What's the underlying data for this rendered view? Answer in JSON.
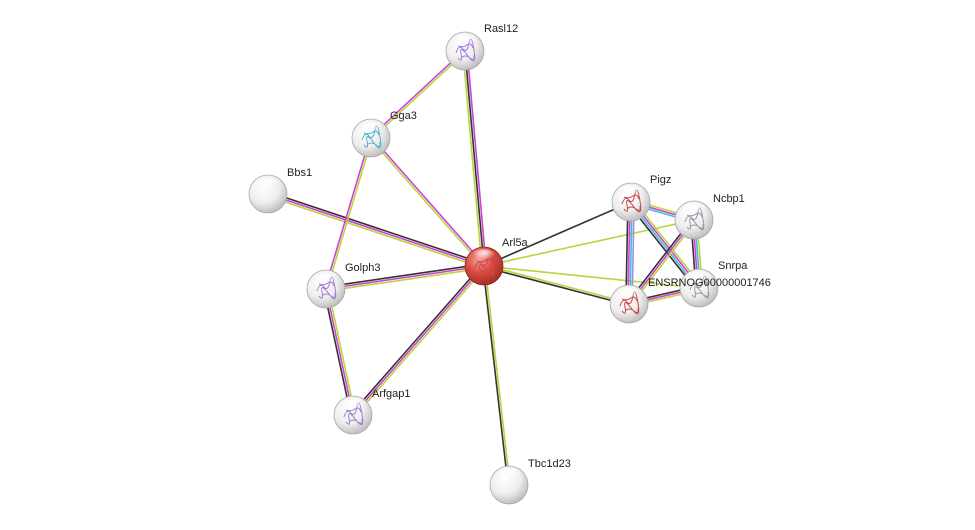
{
  "network": {
    "query_protein": "Arl5a",
    "evidence_colors": {
      "text_mining": "#b6d63c",
      "experiments": "#d13fd6",
      "coexpression": "#333333",
      "databases": "#3fbfd6",
      "homology": "#9a8fe0",
      "gene_fusion": "#d63f3f"
    },
    "nodes": [
      {
        "id": "Arl5a",
        "label": "Arl5a",
        "color": "#e0463c",
        "query": true,
        "icon": "protein-structure-red-icon"
      },
      {
        "id": "Rasl12",
        "label": "Rasl12",
        "color": "#f2f2f2",
        "query": false,
        "icon": "protein-structure-purple-icon"
      },
      {
        "id": "Gga3",
        "label": "Gga3",
        "color": "#f2f2f2",
        "query": false,
        "icon": "protein-structure-cyan-icon"
      },
      {
        "id": "Bbs1",
        "label": "Bbs1",
        "color": "#f2f2f2",
        "query": false,
        "icon": ""
      },
      {
        "id": "Golph3",
        "label": "Golph3",
        "color": "#f2f2f2",
        "query": false,
        "icon": "protein-structure-purple-icon"
      },
      {
        "id": "Arfgap1",
        "label": "Arfgap1",
        "color": "#f2f2f2",
        "query": false,
        "icon": "protein-structure-purple-icon"
      },
      {
        "id": "Tbc1d23",
        "label": "Tbc1d23",
        "color": "#f2f2f2",
        "query": false,
        "icon": ""
      },
      {
        "id": "Pigz",
        "label": "Pigz",
        "color": "#f2f2f2",
        "query": false,
        "icon": "protein-structure-red-icon"
      },
      {
        "id": "Ncbp1",
        "label": "Ncbp1",
        "color": "#f2f2f2",
        "query": false,
        "icon": "protein-structure-gray-icon"
      },
      {
        "id": "Snrpa",
        "label": "Snrpa",
        "color": "#f2f2f2",
        "query": false,
        "icon": "protein-structure-gray-icon"
      },
      {
        "id": "ENSRNOG00000001746",
        "label": "ENSRNOG00000001746",
        "color": "#f2f2f2",
        "query": false,
        "icon": "protein-structure-red-icon"
      }
    ],
    "edges": [
      {
        "source": "Arl5a",
        "target": "Rasl12",
        "evidence": [
          "text_mining",
          "coexpression",
          "experiments"
        ]
      },
      {
        "source": "Arl5a",
        "target": "Gga3",
        "evidence": [
          "text_mining",
          "experiments"
        ]
      },
      {
        "source": "Arl5a",
        "target": "Bbs1",
        "evidence": [
          "text_mining",
          "experiments",
          "coexpression"
        ]
      },
      {
        "source": "Arl5a",
        "target": "Golph3",
        "evidence": [
          "text_mining",
          "experiments",
          "coexpression"
        ]
      },
      {
        "source": "Arl5a",
        "target": "Arfgap1",
        "evidence": [
          "text_mining",
          "experiments",
          "coexpression"
        ]
      },
      {
        "source": "Arl5a",
        "target": "Tbc1d23",
        "evidence": [
          "text_mining",
          "coexpression"
        ]
      },
      {
        "source": "Arl5a",
        "target": "Pigz",
        "evidence": [
          "coexpression"
        ]
      },
      {
        "source": "Arl5a",
        "target": "Ncbp1",
        "evidence": [
          "text_mining"
        ]
      },
      {
        "source": "Arl5a",
        "target": "Snrpa",
        "evidence": [
          "text_mining"
        ]
      },
      {
        "source": "Arl5a",
        "target": "ENSRNOG00000001746",
        "evidence": [
          "text_mining",
          "coexpression"
        ]
      },
      {
        "source": "Rasl12",
        "target": "Gga3",
        "evidence": [
          "text_mining",
          "experiments"
        ]
      },
      {
        "source": "Gga3",
        "target": "Golph3",
        "evidence": [
          "text_mining",
          "experiments"
        ]
      },
      {
        "source": "Golph3",
        "target": "Arfgap1",
        "evidence": [
          "text_mining",
          "experiments",
          "coexpression"
        ]
      },
      {
        "source": "Pigz",
        "target": "Ncbp1",
        "evidence": [
          "text_mining",
          "experiments",
          "databases"
        ]
      },
      {
        "source": "Pigz",
        "target": "Snrpa",
        "evidence": [
          "text_mining",
          "experiments",
          "databases",
          "coexpression"
        ]
      },
      {
        "source": "Pigz",
        "target": "ENSRNOG00000001746",
        "evidence": [
          "homology",
          "databases",
          "experiments",
          "coexpression"
        ]
      },
      {
        "source": "Ncbp1",
        "target": "Snrpa",
        "evidence": [
          "text_mining",
          "databases",
          "experiments",
          "coexpression"
        ]
      },
      {
        "source": "Ncbp1",
        "target": "ENSRNOG00000001746",
        "evidence": [
          "text_mining",
          "experiments",
          "coexpression"
        ]
      },
      {
        "source": "Snrpa",
        "target": "ENSRNOG00000001746",
        "evidence": [
          "text_mining",
          "experiments",
          "coexpression"
        ]
      }
    ]
  }
}
